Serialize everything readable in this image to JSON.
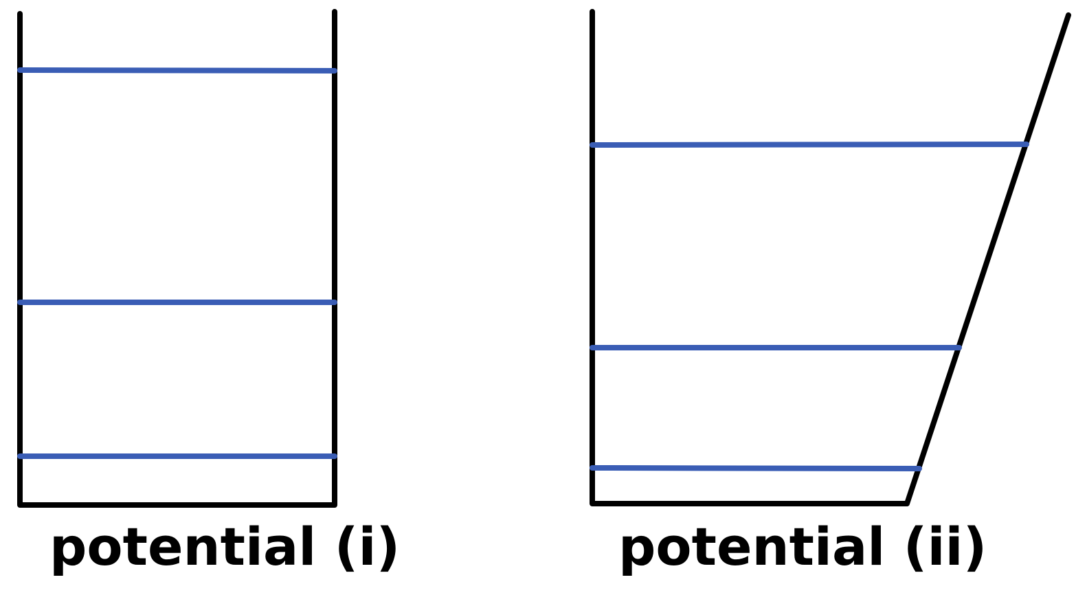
{
  "diagram": {
    "colors": {
      "wall": "#000000",
      "energy_level": "#3a5db5",
      "background": "#ffffff"
    },
    "panels": [
      {
        "id": "potential-i",
        "caption": "potential (i)",
        "shape": "infinite square well with vertical walls",
        "energy_level_count": 3
      },
      {
        "id": "potential-ii",
        "caption": "potential (ii)",
        "shape": "well with vertical left wall and sloped right wall",
        "energy_level_count": 3
      }
    ]
  }
}
